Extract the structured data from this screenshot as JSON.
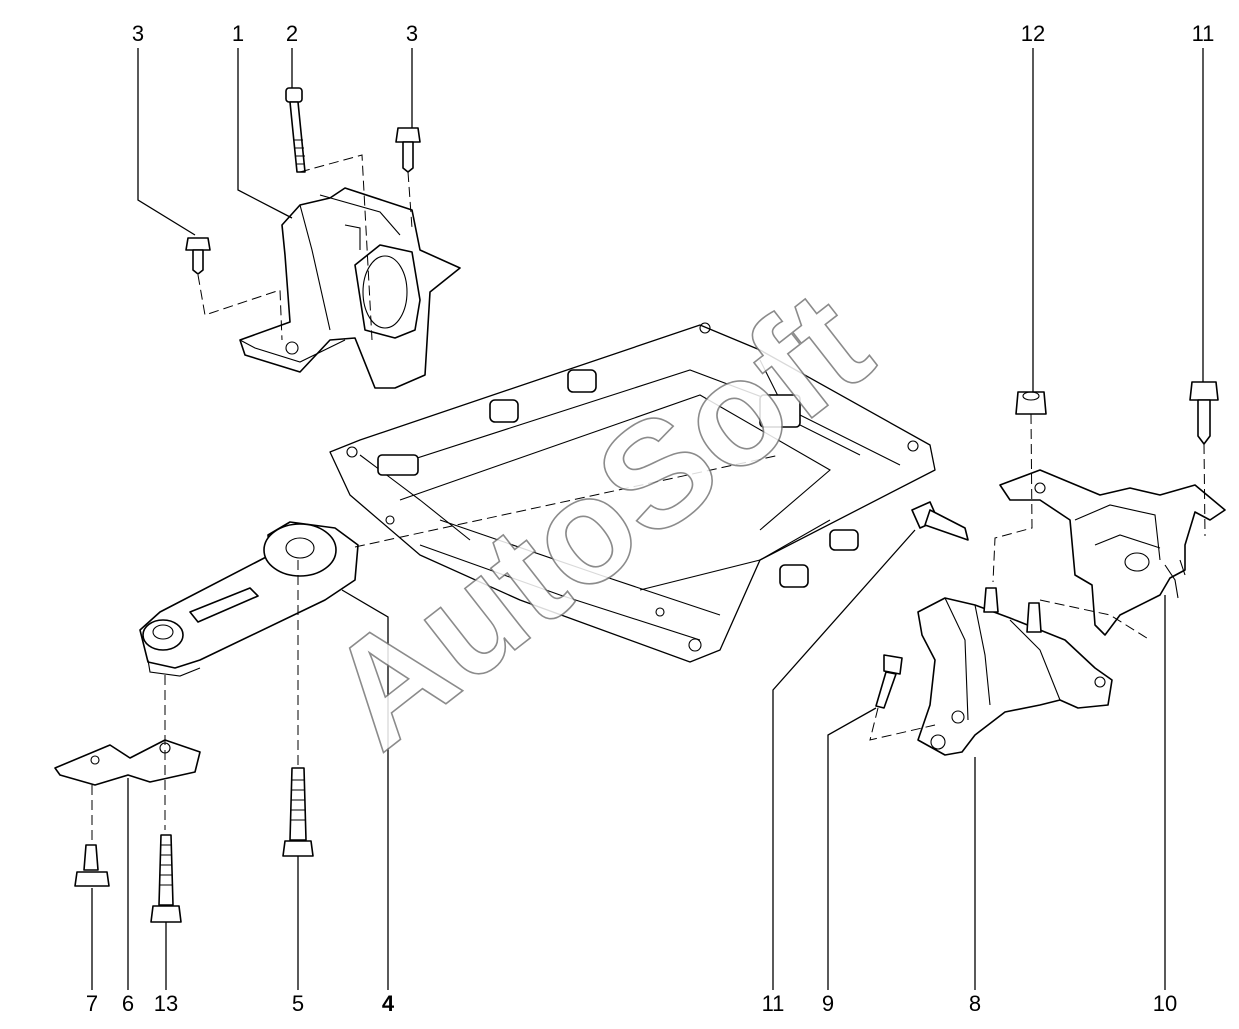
{
  "diagram": {
    "watermark": "AutoSoft",
    "callouts": {
      "top": [
        {
          "id": "c3a",
          "label": "3"
        },
        {
          "id": "c1",
          "label": "1"
        },
        {
          "id": "c2",
          "label": "2"
        },
        {
          "id": "c3b",
          "label": "3"
        },
        {
          "id": "c12",
          "label": "12"
        },
        {
          "id": "c11a",
          "label": "11"
        }
      ],
      "bottom": [
        {
          "id": "c7",
          "label": "7"
        },
        {
          "id": "c6",
          "label": "6"
        },
        {
          "id": "c13",
          "label": "13"
        },
        {
          "id": "c5",
          "label": "5"
        },
        {
          "id": "c4",
          "label": "4"
        },
        {
          "id": "c11b",
          "label": "11"
        },
        {
          "id": "c9",
          "label": "9"
        },
        {
          "id": "c8",
          "label": "8"
        },
        {
          "id": "c10",
          "label": "10"
        }
      ]
    }
  }
}
